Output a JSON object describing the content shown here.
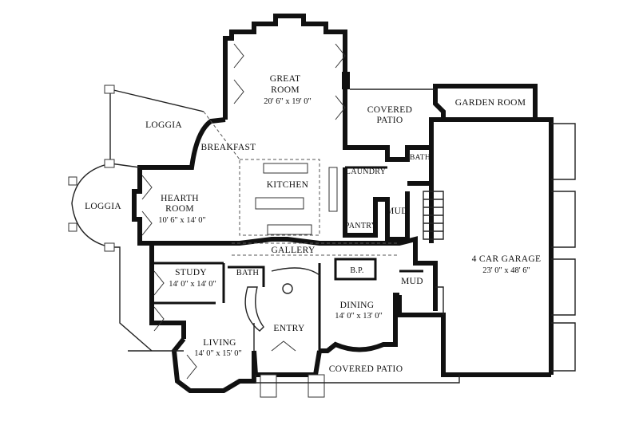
{
  "rooms": {
    "great_room": {
      "name": "GREAT\nROOM",
      "line1": "GREAT",
      "line2": "ROOM",
      "dim": "20' 6\" x 19' 0\""
    },
    "covered_patio_top": {
      "line1": "COVERED",
      "line2": "PATIO"
    },
    "garden_room": {
      "name": "GARDEN ROOM"
    },
    "loggia_top": {
      "name": "LOGGIA"
    },
    "breakfast": {
      "name": "BREAKFAST"
    },
    "bath_upper": {
      "name": "BATH"
    },
    "laundry": {
      "name": "LAUNDRY"
    },
    "kitchen": {
      "name": "KITCHEN"
    },
    "hearth_room": {
      "line1": "HEARTH",
      "line2": "ROOM",
      "dim": "10' 6\" x 14' 0\""
    },
    "loggia_left": {
      "name": "LOGGIA"
    },
    "mud_upper": {
      "name": "MUD"
    },
    "pantry": {
      "name": "PANTRY"
    },
    "gallery": {
      "name": "GALLERY"
    },
    "garage": {
      "name": "4 CAR GARAGE",
      "dim": "23' 0\" x 48' 6\""
    },
    "study": {
      "name": "STUDY",
      "dim": "14' 0\" x 14' 0\""
    },
    "bath_lower": {
      "name": "BATH"
    },
    "bp": {
      "name": "B.P."
    },
    "mud_lower": {
      "name": "MUD"
    },
    "dining": {
      "name": "DINING",
      "dim": "14' 0\" x 13' 0\""
    },
    "entry": {
      "name": "ENTRY"
    },
    "living": {
      "name": "LIVING",
      "dim": "14' 0\" x 15' 0\""
    },
    "covered_patio_bottom": {
      "name": "COVERED PATIO"
    }
  }
}
